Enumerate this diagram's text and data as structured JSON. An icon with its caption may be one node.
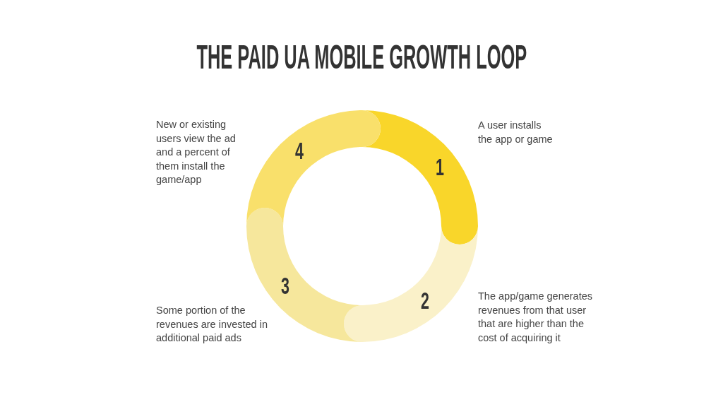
{
  "diagram": {
    "title": "THE PAID UA MOBILE GROWTH LOOP",
    "nodes": [
      {
        "text": [
          "1"
        ],
        "beside": [
          "A user installs the app or game"
        ]
      },
      {
        "text": [
          "2"
        ],
        "beside": [
          "The app/game generates revenues from that user that are higher than the cost of acquiring it"
        ]
      },
      {
        "text": [
          "3"
        ],
        "beside": [
          "Some portion of the revenues are invested in additional paid ads"
        ]
      },
      {
        "text": [
          "4"
        ],
        "beside": [
          "New or existing users view the ad and a percent of them install the game/app"
        ]
      }
    ]
  }
}
